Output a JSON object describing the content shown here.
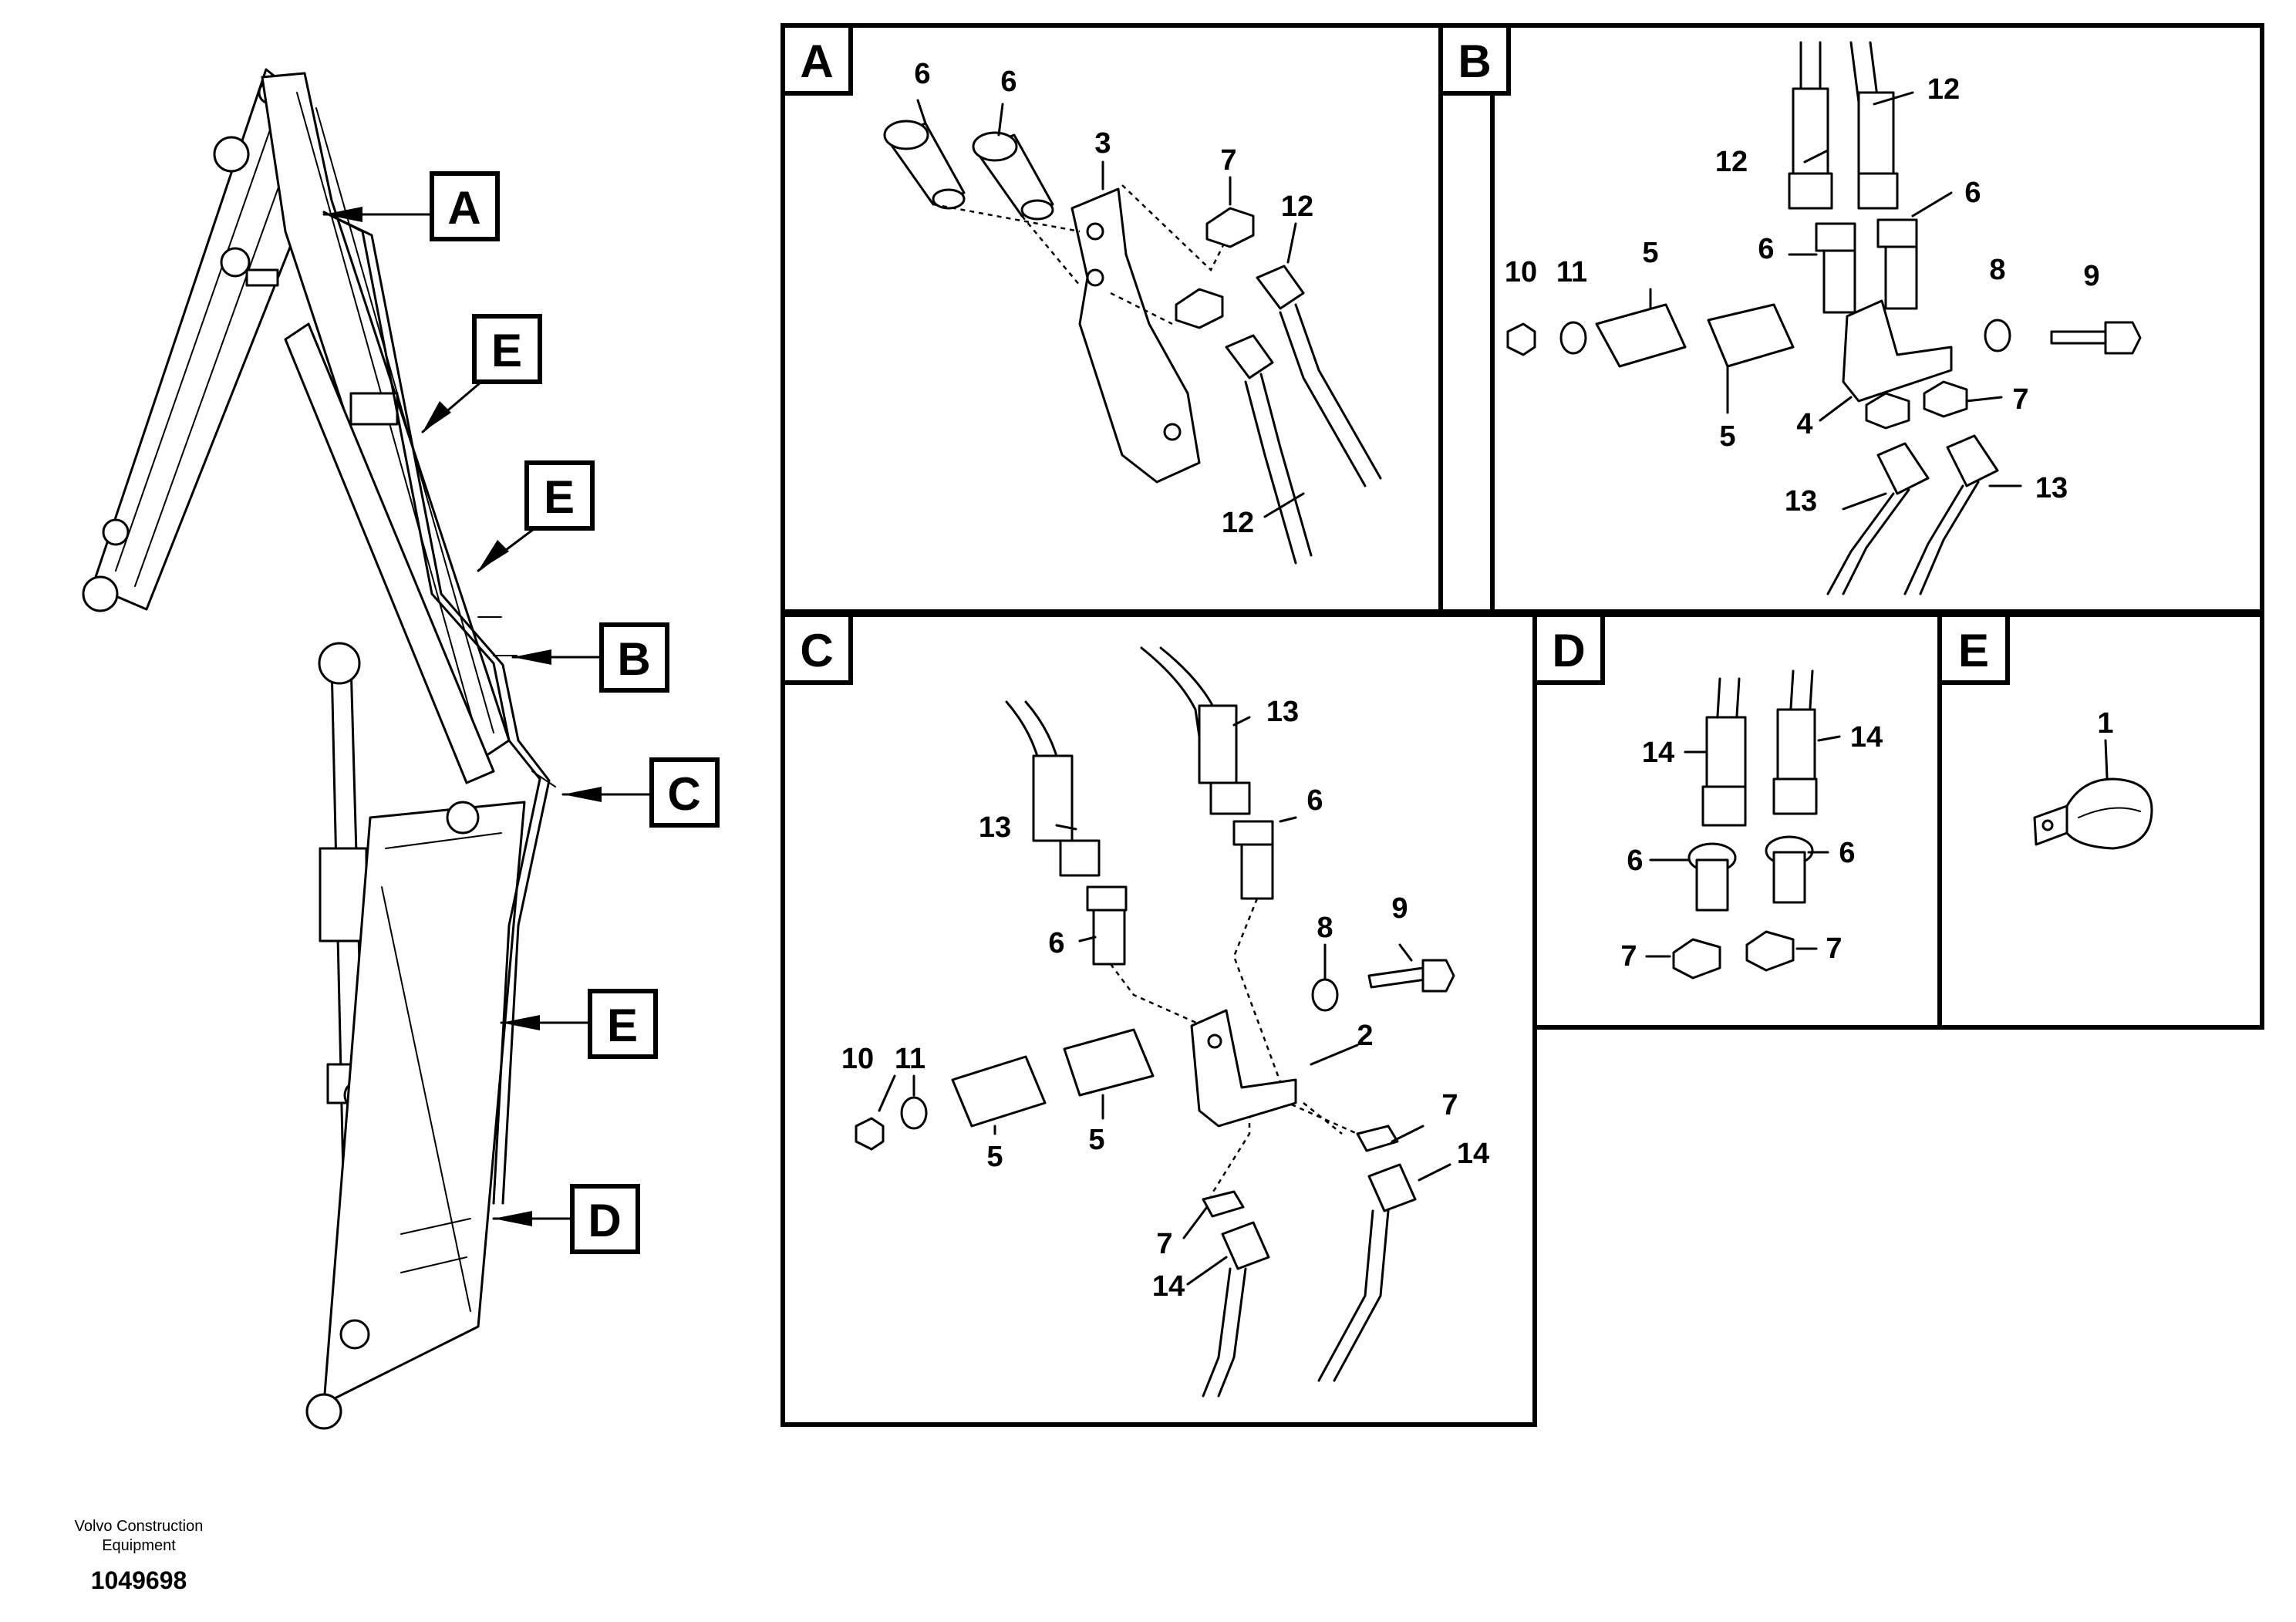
{
  "callouts": {
    "overview": [
      "A",
      "E",
      "E",
      "B",
      "C",
      "E",
      "D"
    ],
    "panels": [
      "A",
      "B",
      "C",
      "D",
      "E"
    ]
  },
  "panel_a": {
    "labels": [
      "6",
      "6",
      "3",
      "7",
      "12",
      "12"
    ]
  },
  "panel_b": {
    "labels": [
      "12",
      "12",
      "6",
      "6",
      "10",
      "11",
      "5",
      "5",
      "4",
      "7",
      "8",
      "9",
      "13",
      "13"
    ]
  },
  "panel_c": {
    "labels": [
      "13",
      "13",
      "6",
      "6",
      "8",
      "9",
      "2",
      "10",
      "11",
      "5",
      "5",
      "7",
      "7",
      "14",
      "14"
    ]
  },
  "panel_d": {
    "labels": [
      "14",
      "14",
      "6",
      "6",
      "7",
      "7"
    ]
  },
  "panel_e": {
    "labels": [
      "1"
    ]
  },
  "footer": {
    "brand_line1": "Volvo Construction",
    "brand_line2": "Equipment",
    "drawing_id": "1049698"
  }
}
